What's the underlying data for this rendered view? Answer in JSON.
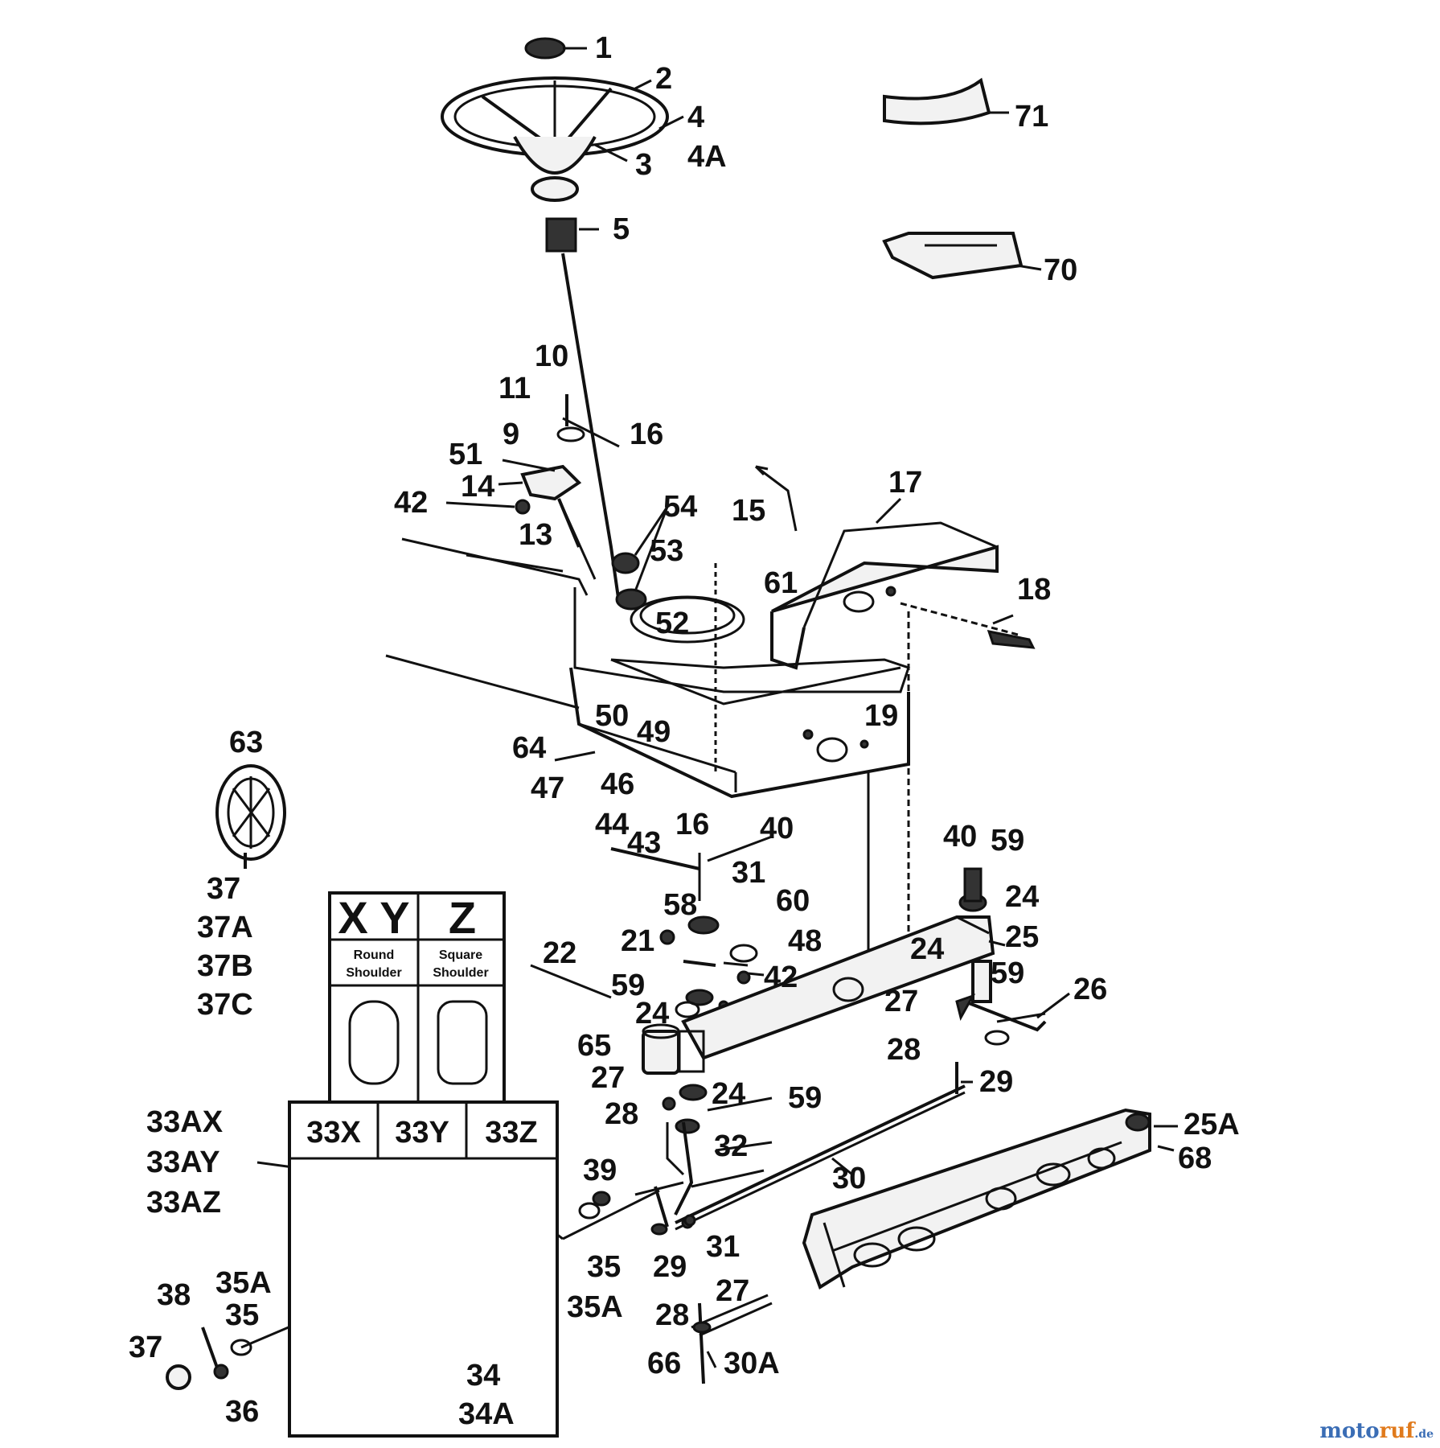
{
  "callouts": {
    "c1": "1",
    "c2": "2",
    "c4": "4",
    "c4a": "4A",
    "c3": "3",
    "c5": "5",
    "c71": "71",
    "c70": "70",
    "c10": "10",
    "c11": "11",
    "c9": "9",
    "c16a": "16",
    "c51": "51",
    "c14": "14",
    "c42a": "42",
    "c13": "13",
    "c54": "54",
    "c53": "53",
    "c52": "52",
    "c15": "15",
    "c61": "61",
    "c17": "17",
    "c18": "18",
    "c19": "19",
    "c50": "50",
    "c49": "49",
    "c64": "64",
    "c47": "47",
    "c46": "46",
    "c44": "44",
    "c43": "43",
    "c16b": "16",
    "c40a": "40",
    "c31a": "31",
    "c58": "58",
    "c60": "60",
    "c21": "21",
    "c48": "48",
    "c22": "22",
    "c42b": "42",
    "c59a": "59",
    "c24a": "24",
    "c65": "65",
    "c27a": "27",
    "c28a": "28",
    "c24b": "24",
    "c59b": "59",
    "c32": "32",
    "c39": "39",
    "c35a": "35",
    "c35b": "35A",
    "c29a": "29",
    "c31b": "31",
    "c30": "30",
    "c28b": "28",
    "c27b": "27",
    "c66": "66",
    "c30a": "30A",
    "c40b": "40",
    "c59c": "59",
    "c24c": "24",
    "c25": "25",
    "c24d": "24",
    "c59d": "59",
    "c26": "26",
    "c27c": "27",
    "c28c": "28",
    "c29b": "29",
    "c25a": "25A",
    "c68": "68",
    "c63": "63",
    "c37a": "37",
    "c37b": "37A",
    "c37c": "37B",
    "c37d": "37C",
    "c33ax": "33AX",
    "c33ay": "33AY",
    "c33az": "33AZ",
    "c38": "38",
    "c35c": "35A",
    "c35d": "35",
    "c37e": "37",
    "c36": "36",
    "c34": "34",
    "c34a": "34A"
  },
  "shoulder_chart": {
    "col_xy": "X Y",
    "col_z": "Z",
    "xy_desc_1": "Round",
    "xy_desc_2": "Shoulder",
    "z_desc_1": "Square",
    "z_desc_2": "Shoulder"
  },
  "tire_box": {
    "col1": "33X",
    "col2": "33Y",
    "col3": "33Z"
  },
  "watermark": {
    "part1": "moto",
    "part2": "ruf",
    "part3": ".de"
  }
}
